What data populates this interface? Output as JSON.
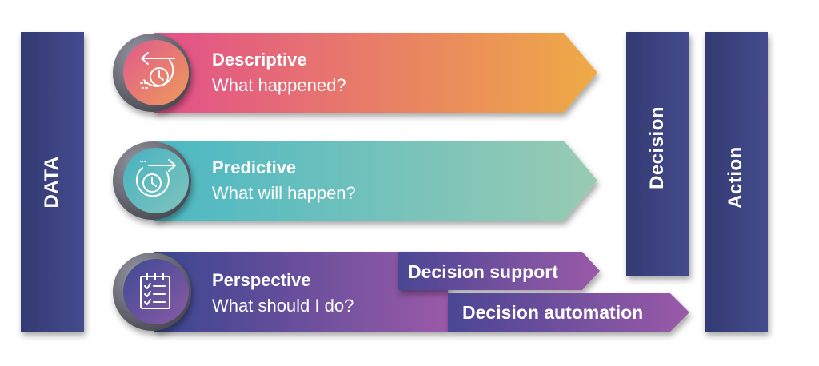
{
  "left_column": {
    "label": "DATA"
  },
  "right_columns": [
    {
      "label": "Decision"
    },
    {
      "label": "Action"
    }
  ],
  "rows": [
    {
      "title": "Descriptive",
      "subtitle": "What happened?",
      "icon": "rewind-clock-icon"
    },
    {
      "title": "Predictive",
      "subtitle": "What will happen?",
      "icon": "forward-clock-icon"
    },
    {
      "title": "Perspective",
      "subtitle": "What should I do?",
      "icon": "checklist-icon"
    }
  ],
  "tags": [
    {
      "label": "Decision support"
    },
    {
      "label": "Decision automation"
    }
  ],
  "colors": {
    "navy": "#3a3f7a",
    "descriptive_start": "#e2508a",
    "descriptive_end": "#eeab45",
    "predictive_start": "#4cb8c4",
    "predictive_end": "#99cbb2",
    "perspective_start": "#3a4590",
    "perspective_end": "#9a5aa8"
  }
}
